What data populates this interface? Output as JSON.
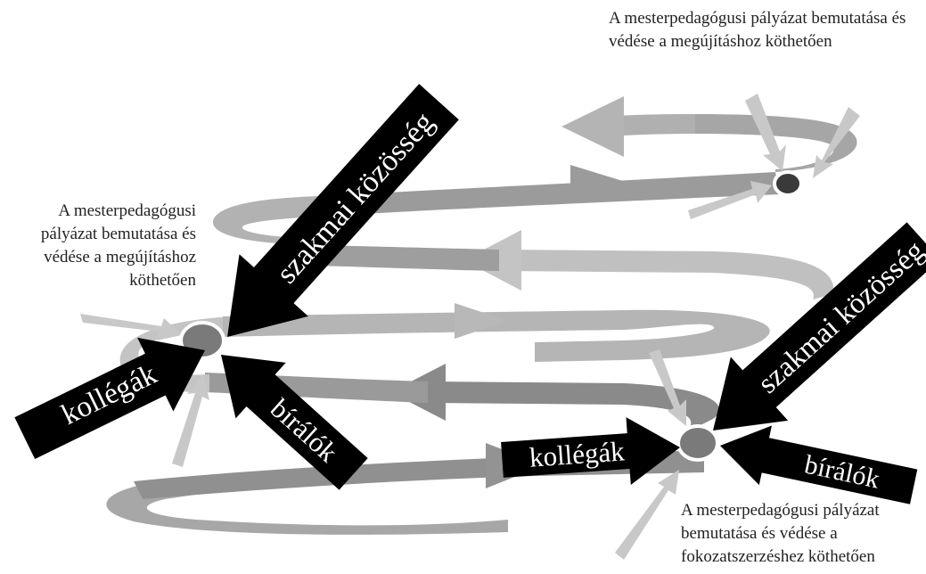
{
  "captions": {
    "top": "A mesterpedagógusi pályázat bemutatása és védése a megújításhoz köthetően",
    "left": "A mesterpedagógusi pályázat bemutatása és védése a megújításhoz köthetően",
    "bottom": "A mesterpedagógusi pályázat bemutatása és védése a fokozatszerzéshez köthetően"
  },
  "labels": {
    "community": "szakmai közösség",
    "colleagues": "kollégák",
    "reviewers": "bírálók"
  },
  "colors": {
    "ribbon_dark": "#8c8c8c",
    "ribbon_mid": "#a5a5a5",
    "ribbon_light": "#c2c2c2",
    "arrow_black": "#000000",
    "node": "#7a7a7a"
  }
}
